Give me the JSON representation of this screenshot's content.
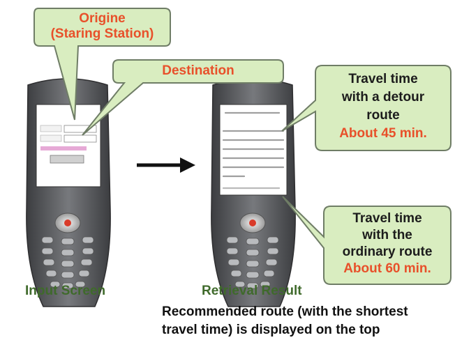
{
  "callouts": {
    "origin": {
      "line1": "Origine",
      "line2": "(Staring Station)"
    },
    "destination": {
      "label": "Destination"
    },
    "detour": {
      "line1": "Travel time",
      "line2": "with a detour",
      "line3": "route",
      "time": "About 45 min."
    },
    "ordinary": {
      "line1": "Travel time",
      "line2": "with the",
      "line3": "ordinary route",
      "time": "About 60 min."
    }
  },
  "captions": {
    "input": "Input Screen",
    "result": "Retrieval Result"
  },
  "note": {
    "line1": "Recommended route (with the shortest",
    "line2": "travel time) is displayed on the top"
  },
  "colors": {
    "bubble_fill": "#d9edc0",
    "bubble_stroke": "#6f7d66",
    "highlight_text": "#e8502a",
    "caption_green": "#3f6a2b",
    "phone_body": "#58595b"
  }
}
